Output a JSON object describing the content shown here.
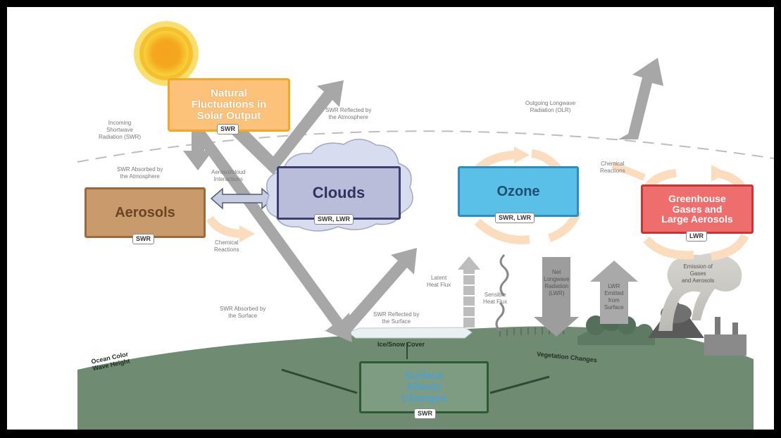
{
  "boxes": {
    "solar": {
      "title_lines": [
        "Natural",
        "Fluctuations in",
        "Solar Output"
      ],
      "tag": "SWR"
    },
    "aerosols": {
      "title": "Aerosols",
      "tag": "SWR"
    },
    "clouds": {
      "title": "Clouds",
      "tag": "SWR, LWR"
    },
    "ozone": {
      "title": "Ozone",
      "tag": "SWR, LWR"
    },
    "ghg": {
      "title_lines": [
        "Greenhouse",
        "Gases and",
        "Large Aerosols"
      ],
      "tag": "LWR"
    },
    "albedo": {
      "title_lines": [
        "Surface",
        "Albedo",
        "Changes"
      ],
      "tag": "SWR"
    }
  },
  "labels": {
    "incoming_swr": [
      "Incoming",
      "Shortwave",
      "Radiation (SWR)"
    ],
    "swr_reflected_atm": [
      "SWR Reflected by",
      "the Atmosphere"
    ],
    "outgoing_lw": [
      "Outgoing Longwave",
      "Radiation (OLR)"
    ],
    "swr_absorbed_atm": [
      "SWR Absorbed by",
      "the Atmosphere"
    ],
    "aerosol_cloud": [
      "Aerosol/cloud",
      "Interactions"
    ],
    "chem_reactions_top": [
      "Chemical",
      "Reactions"
    ],
    "chem_reactions_left": [
      "Chemical",
      "Reactions"
    ],
    "latent_heat": [
      "Latent",
      "Heat Flux"
    ],
    "sensible_heat": [
      "Sensible",
      "Heat Flux"
    ],
    "net_lw": [
      "Net",
      "Longwave",
      "Radiation",
      "(LWR)"
    ],
    "lwr_emitted": [
      "LWR",
      "Emitted",
      "from",
      "Surface"
    ],
    "emission": [
      "Emission of",
      "Gases",
      "and Aerosols"
    ],
    "swr_absorbed_surface": [
      "SWR Absorbed by",
      "the Surface"
    ],
    "swr_reflected_surface": [
      "SWR Reflected by",
      "the Surface"
    ],
    "ice_snow": "Ice/Snow Cover",
    "ocean_color": [
      "Ocean Color",
      "Wave Height"
    ],
    "vegetation": "Vegetation Changes"
  },
  "colors": {
    "solar_fill": "#fcc27a",
    "solar_border": "#f5a623",
    "aerosols_fill": "#c99a6b",
    "aerosols_border": "#9a6a3a",
    "clouds_fill": "#b9bdd9",
    "clouds_border": "#3d3f6e",
    "ozone_fill": "#5bc0e8",
    "ozone_border": "#2d8dbd",
    "ghg_fill": "#ee6d6d",
    "ghg_border": "#c33",
    "albedo_fill": "#7d9c82",
    "albedo_border": "#2c5a35",
    "ground": "#6f8b72",
    "arrow_gray": "#a7a7a7",
    "cycle_arrow": "#fbdcbc"
  }
}
